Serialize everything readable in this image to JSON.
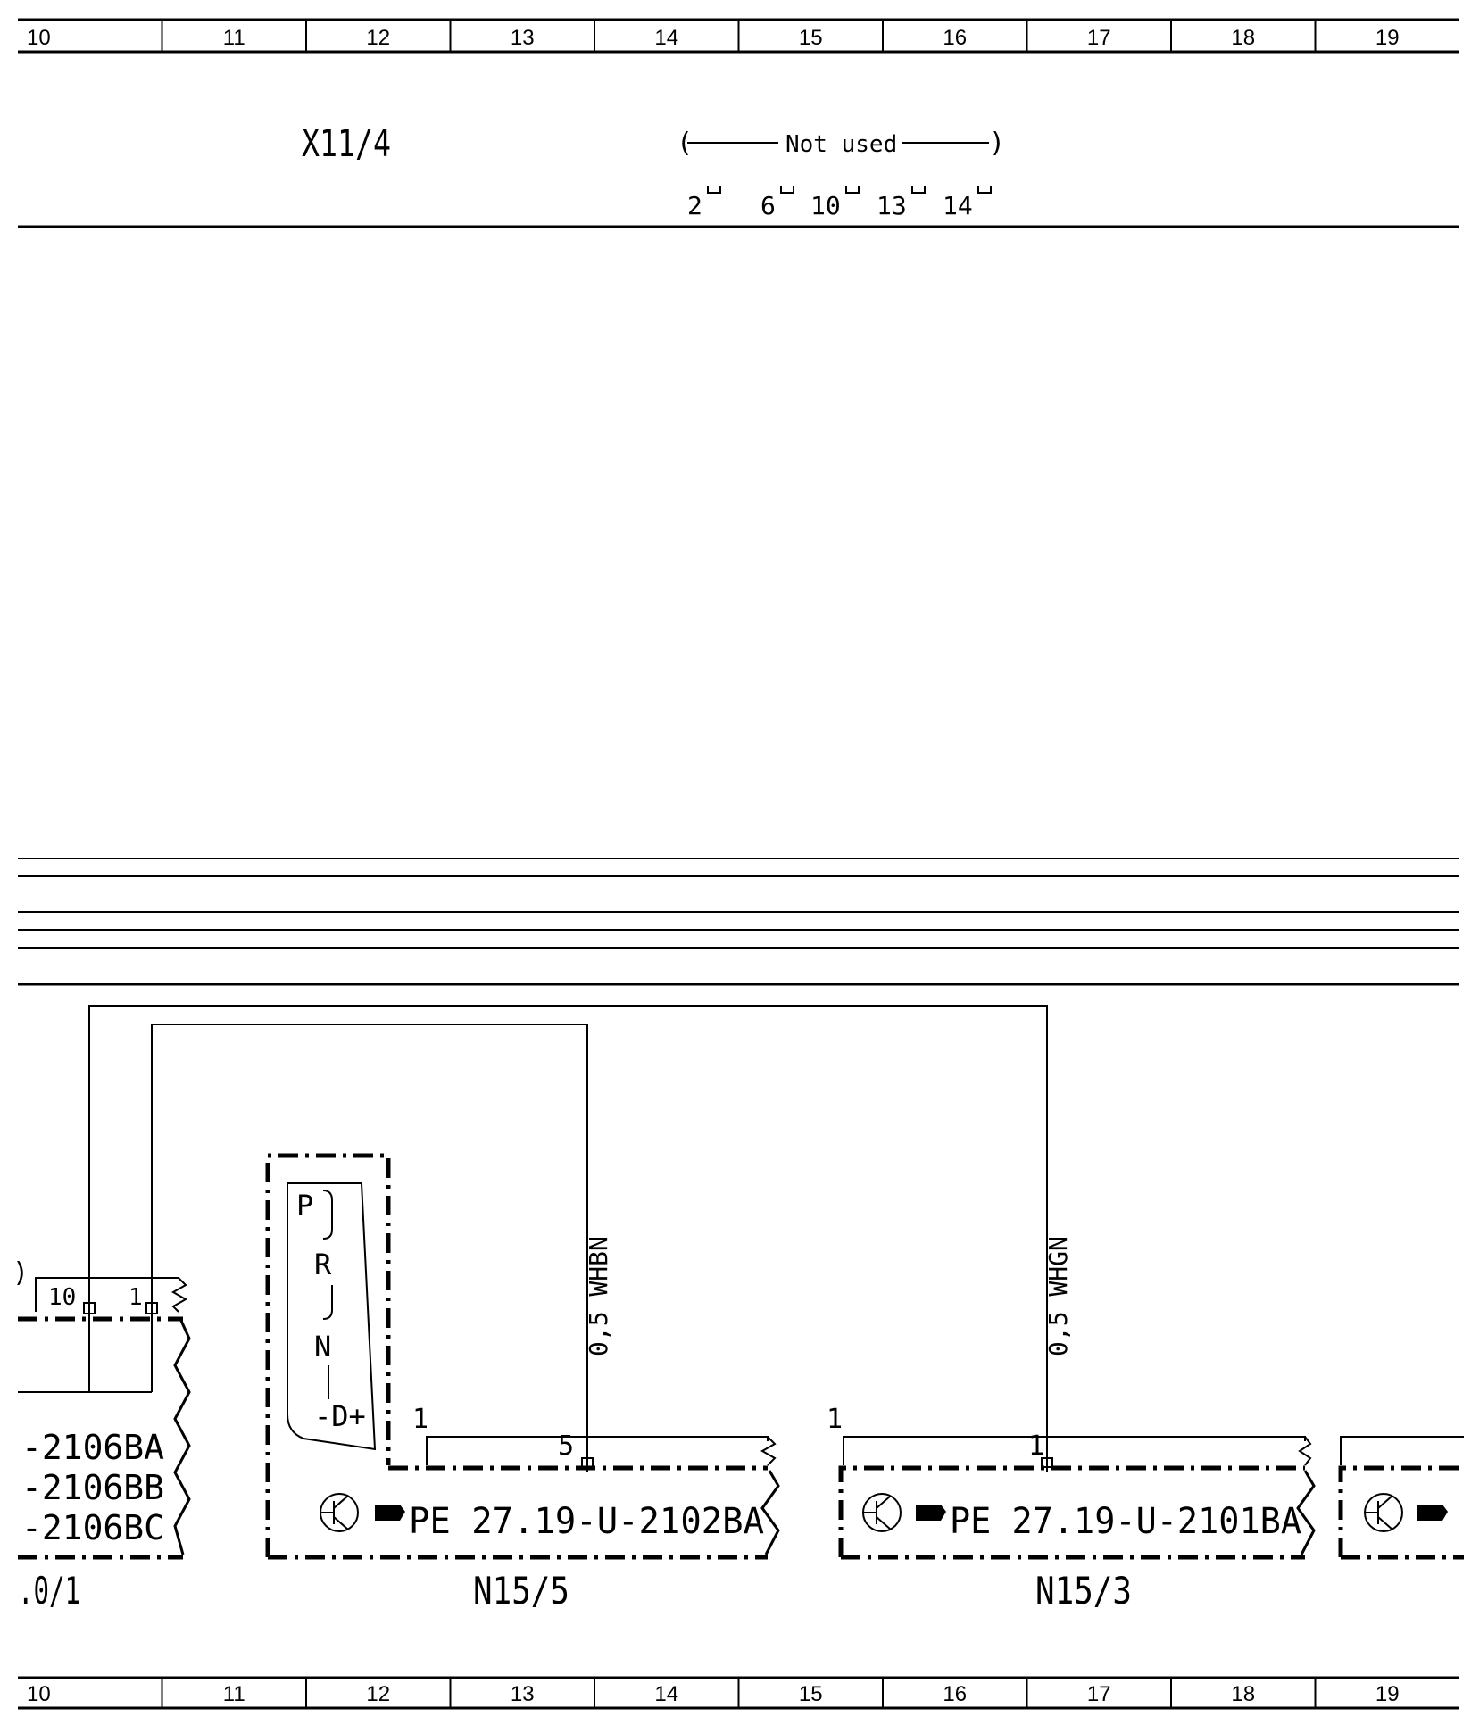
{
  "grid": {
    "top_labels": [
      "10",
      "11",
      "12",
      "13",
      "14",
      "15",
      "16",
      "17",
      "18",
      "19"
    ],
    "bottom_labels": [
      "10",
      "11",
      "12",
      "13",
      "14",
      "15",
      "16",
      "17",
      "18",
      "19"
    ]
  },
  "connector": {
    "name": "X11/4",
    "note": "Not used",
    "pins": [
      "2",
      "6",
      "10",
      "13",
      "14"
    ]
  },
  "left_module": {
    "name_partial": ".0/1",
    "pin_a": "10",
    "pin_b": "1",
    "refs": [
      "-2106BA",
      "-2106BB",
      "-2106BC"
    ]
  },
  "selector": {
    "letters": [
      "P",
      "R",
      "N",
      "-D+"
    ]
  },
  "module_n15_5": {
    "name": "N15/5",
    "ref": "PE  27.19-U-2102BA",
    "pin_left": "1",
    "pin_wire": "5"
  },
  "module_n15_3": {
    "name": "N15/3",
    "ref": "PE  27.19-U-2101BA",
    "pin_left": "1",
    "pin_wire": "1"
  },
  "wires": {
    "w1": "0,5  WHBN",
    "w2": "0,5  WHGN"
  }
}
